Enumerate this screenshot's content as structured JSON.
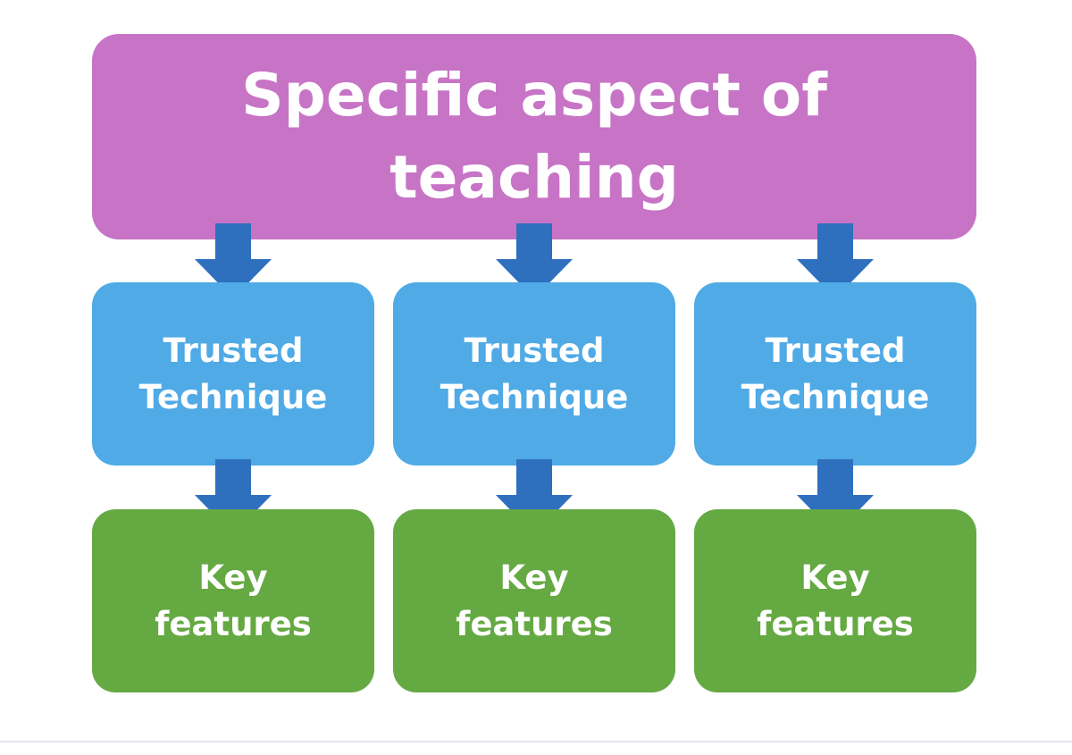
{
  "diagram": {
    "top": {
      "label": "Specific aspect of\nteaching"
    },
    "columns": [
      {
        "technique": "Trusted\nTechnique",
        "features": "Key\nfeatures"
      },
      {
        "technique": "Trusted\nTechnique",
        "features": "Key\nfeatures"
      },
      {
        "technique": "Trusted\nTechnique",
        "features": "Key\nfeatures"
      }
    ]
  },
  "colors": {
    "top_box": "#c774c6",
    "technique_box": "#4faae6",
    "features_box": "#65a943",
    "arrow": "#2e6fbe",
    "text": "#ffffff"
  }
}
